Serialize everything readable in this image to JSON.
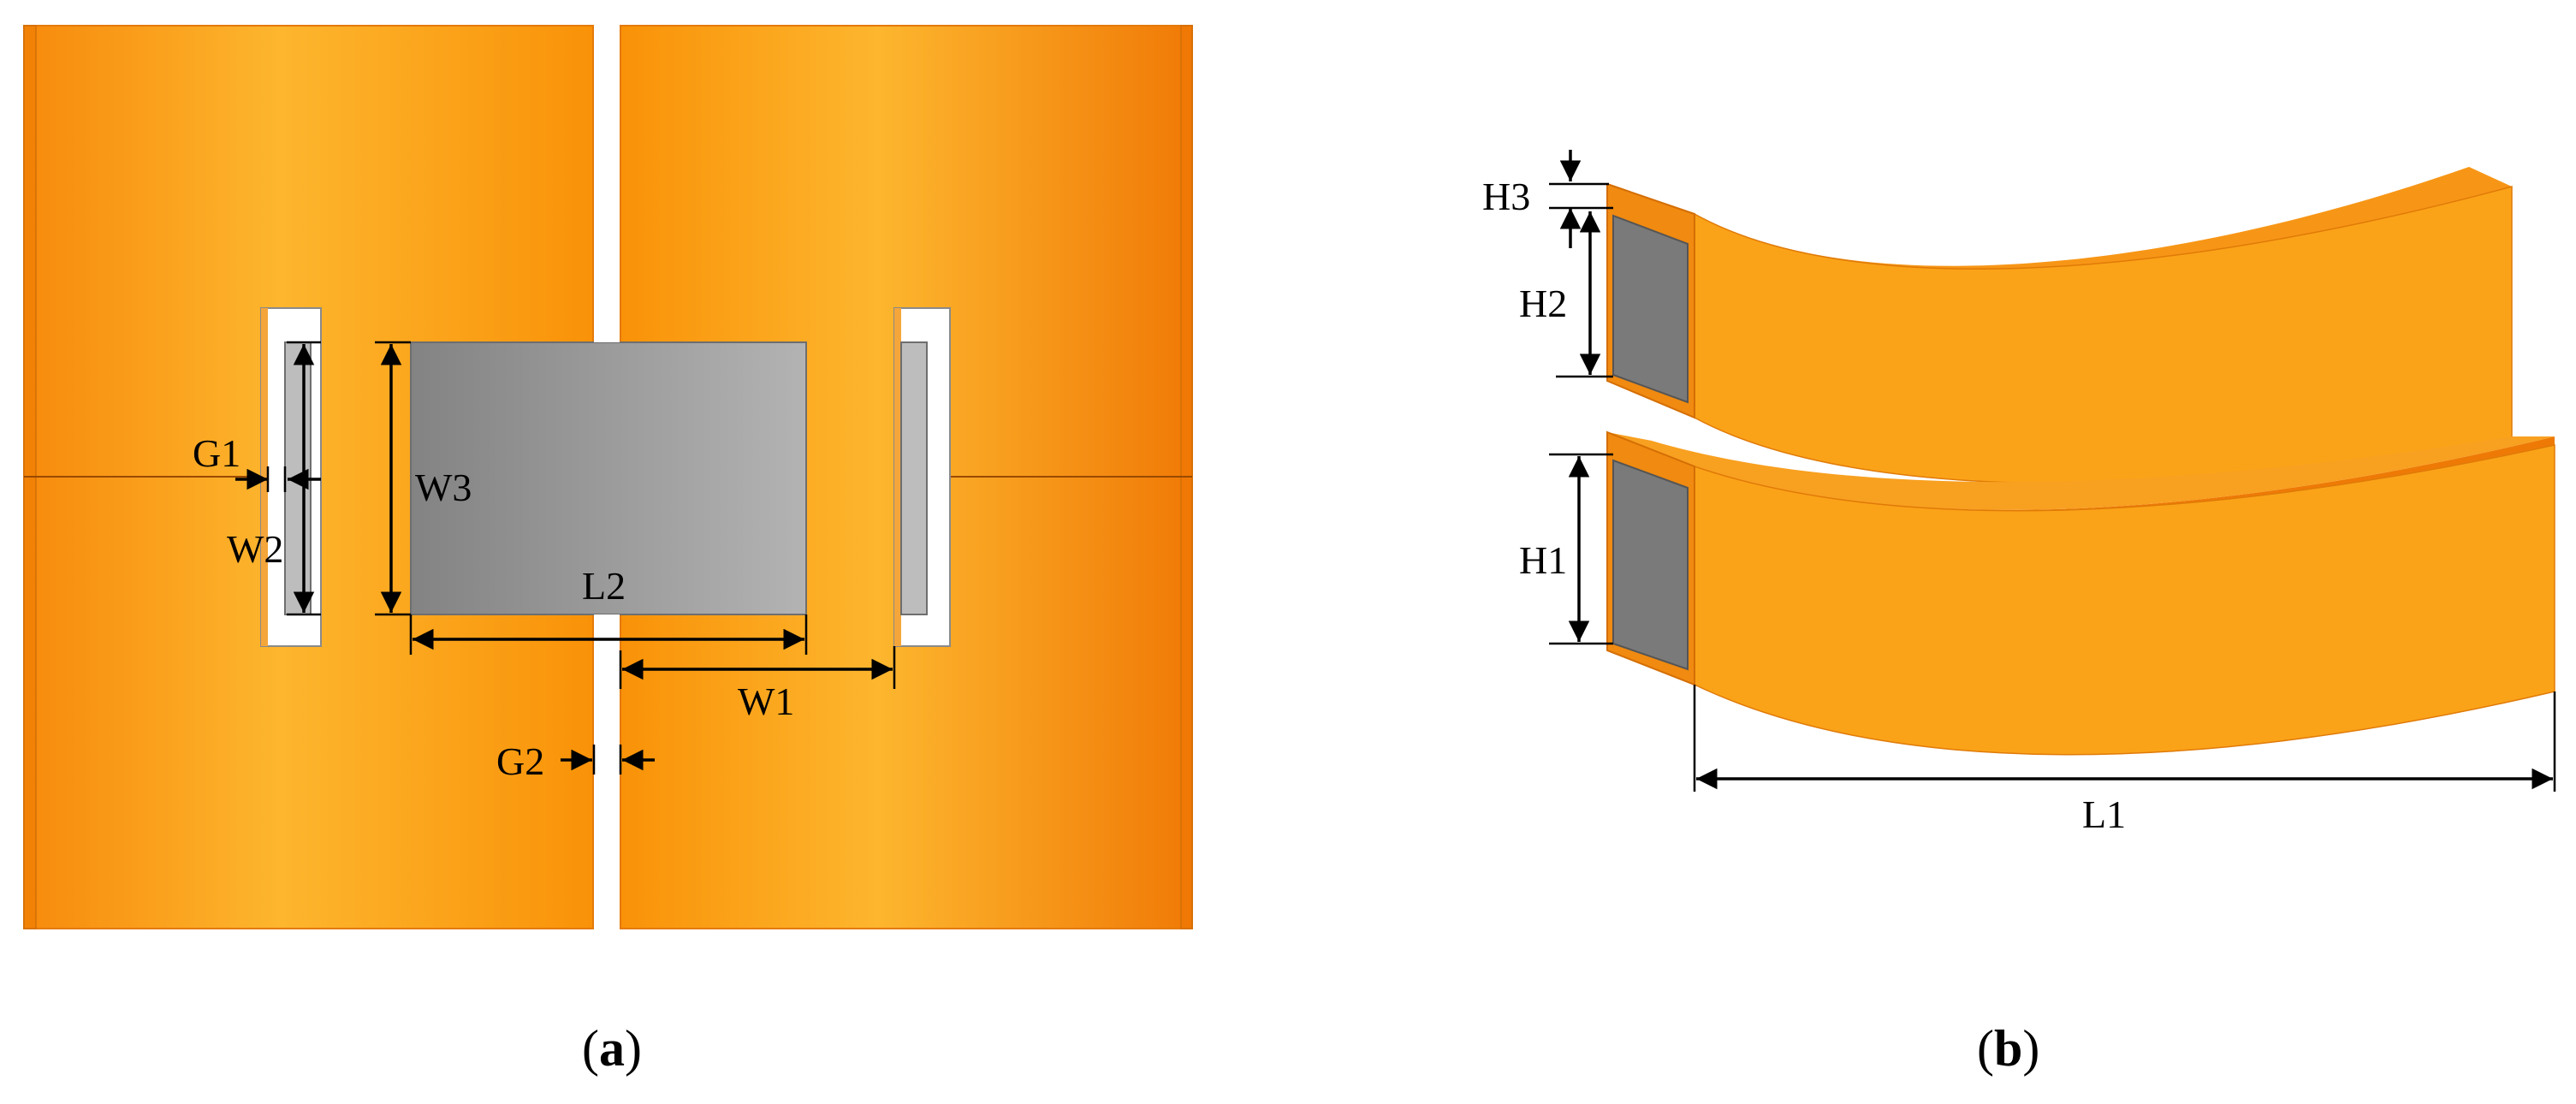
{
  "colors": {
    "copper_light": "#FDB62E",
    "copper_dark": "#FA8C0A",
    "copper_edge": "#F27A08",
    "electrode_grey": "#8A8A8A",
    "slot_white": "#FFFFFF"
  },
  "panel_a": {
    "caption_open": "(",
    "caption_letter": "a",
    "caption_close": ")",
    "labels": {
      "g1": "G1",
      "w2": "W2",
      "w3": "W3",
      "l2": "L2",
      "w1": "W1",
      "g2": "G2"
    }
  },
  "panel_b": {
    "caption_open": "(",
    "caption_letter": "b",
    "caption_close": ")",
    "labels": {
      "h3": "H3",
      "h2": "H2",
      "h1": "H1",
      "l1": "L1"
    }
  }
}
